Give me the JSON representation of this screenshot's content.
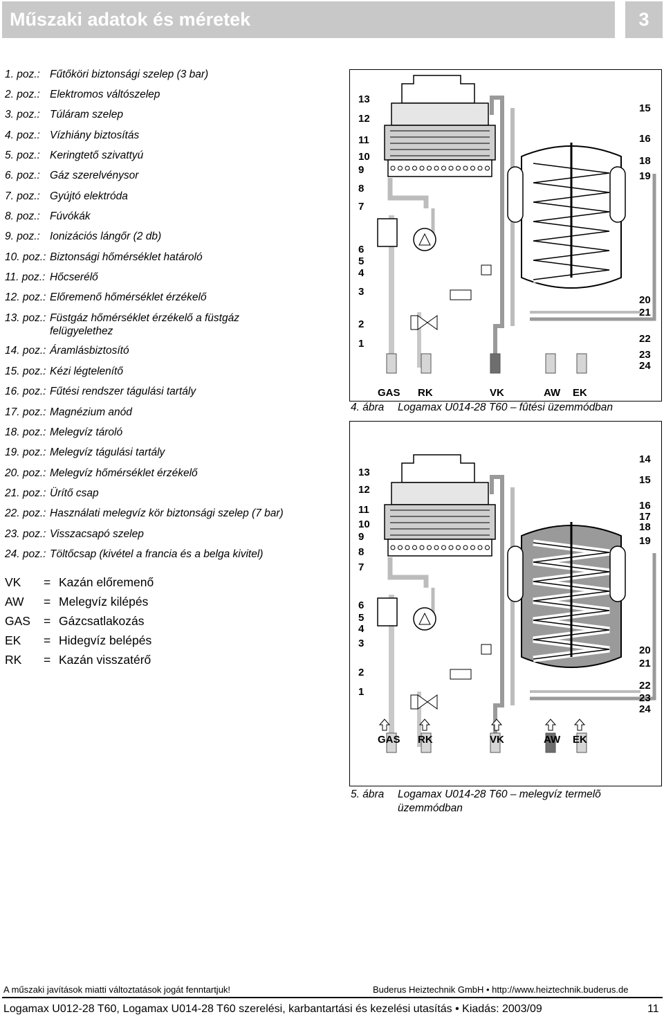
{
  "header": {
    "title": "Műszaki adatok és méretek",
    "section_number": "3"
  },
  "parts": [
    {
      "n": "1. poz.:",
      "d": "Fűtőköri biztonsági szelep (3 bar)"
    },
    {
      "n": "2. poz.:",
      "d": "Elektromos váltószelep"
    },
    {
      "n": "3. poz.:",
      "d": "Túláram szelep"
    },
    {
      "n": "4. poz.:",
      "d": "Vízhiány biztosítás"
    },
    {
      "n": "5. poz.:",
      "d": "Keringtető szivattyú"
    },
    {
      "n": "6. poz.:",
      "d": "Gáz szerelvénysor"
    },
    {
      "n": "7. poz.:",
      "d": "Gyújtó elektróda"
    },
    {
      "n": "8. poz.:",
      "d": "Fúvókák"
    },
    {
      "n": "9. poz.:",
      "d": "Ionizációs lángőr (2 db)"
    },
    {
      "n": "10. poz.:",
      "d": "Biztonsági hőmérséklet határoló"
    },
    {
      "n": "11. poz.:",
      "d": "Hőcserélő"
    },
    {
      "n": "12. poz.:",
      "d": "Előremenő hőmérséklet érzékelő"
    },
    {
      "n": "13. poz.:",
      "d": "Füstgáz hőmérséklet érzékelő a füstgáz",
      "d2": "felügyelethez"
    },
    {
      "n": "14. poz.:",
      "d": "Áramlásbiztosító"
    },
    {
      "n": "15. poz.:",
      "d": "Kézi légtelenítő"
    },
    {
      "n": "16. poz.:",
      "d": "Fűtési rendszer tágulási tartály"
    },
    {
      "n": "17. poz.:",
      "d": "Magnézium anód"
    },
    {
      "n": "18. poz.:",
      "d": "Melegvíz tároló"
    },
    {
      "n": "19. poz.:",
      "d": "Melegvíz tágulási tartály"
    },
    {
      "n": "20. poz.:",
      "d": "Melegvíz hőmérséklet érzékelő"
    },
    {
      "n": "21. poz.:",
      "d": "Ürítő csap"
    },
    {
      "n": "22. poz.:",
      "d": "Használati melegvíz kör biztonsági szelep (7 bar)"
    },
    {
      "n": "23. poz.:",
      "d": "Visszacsapó szelep"
    },
    {
      "n": "24. poz.:",
      "d": "Töltőcsap (kivétel a francia és a belga kivitel)"
    }
  ],
  "legend": [
    {
      "k": "VK",
      "eq": "=",
      "v": "Kazán előremenő"
    },
    {
      "k": "AW",
      "eq": "=",
      "v": "Melegvíz kilépés"
    },
    {
      "k": "GAS",
      "eq": "=",
      "v": "Gázcsatlakozás"
    },
    {
      "k": "EK",
      "eq": "=",
      "v": "Hidegvíz belépés"
    },
    {
      "k": "RK",
      "eq": "=",
      "v": "Kazán visszatérő"
    }
  ],
  "figure4": {
    "left_numbers": [
      "13",
      "12",
      "11",
      "10",
      "9",
      "8",
      "7",
      "6",
      "5",
      "4",
      "3",
      "2",
      "1"
    ],
    "right_numbers": [
      "15",
      "16",
      "18",
      "19",
      "20",
      "21",
      "22",
      "23",
      "24"
    ],
    "connections": [
      "GAS",
      "RK",
      "VK",
      "AW",
      "EK"
    ],
    "caption_number": "4. ábra",
    "caption_text": "Logamax U014-28 T60 – fûtési üzemmódban"
  },
  "figure5": {
    "left_numbers": [
      "13",
      "12",
      "11",
      "10",
      "9",
      "8",
      "7",
      "6",
      "5",
      "4",
      "3",
      "2",
      "1"
    ],
    "right_numbers": [
      "14",
      "15",
      "16",
      "17",
      "18",
      "19",
      "20",
      "21",
      "22",
      "23",
      "24"
    ],
    "connections": [
      "GAS",
      "RK",
      "VK",
      "AW",
      "EK"
    ],
    "caption_number": "5. ábra",
    "caption_text": "Logamax U014-28 T60 – melegvíz termelõ",
    "caption_text_2": "üzemmódban"
  },
  "footer": {
    "note": "A műszaki javítások miatti változtatások jogát fenntartjuk!",
    "company": "Buderus Heiztechnik GmbH • http://www.heiztechnik.buderus.de",
    "doc": "Logamax U012-28 T60, Logamax U014-28 T60 szerelési, karbantartási és kezelési utasítás • Kiadás: 2003/09",
    "page": "11"
  }
}
